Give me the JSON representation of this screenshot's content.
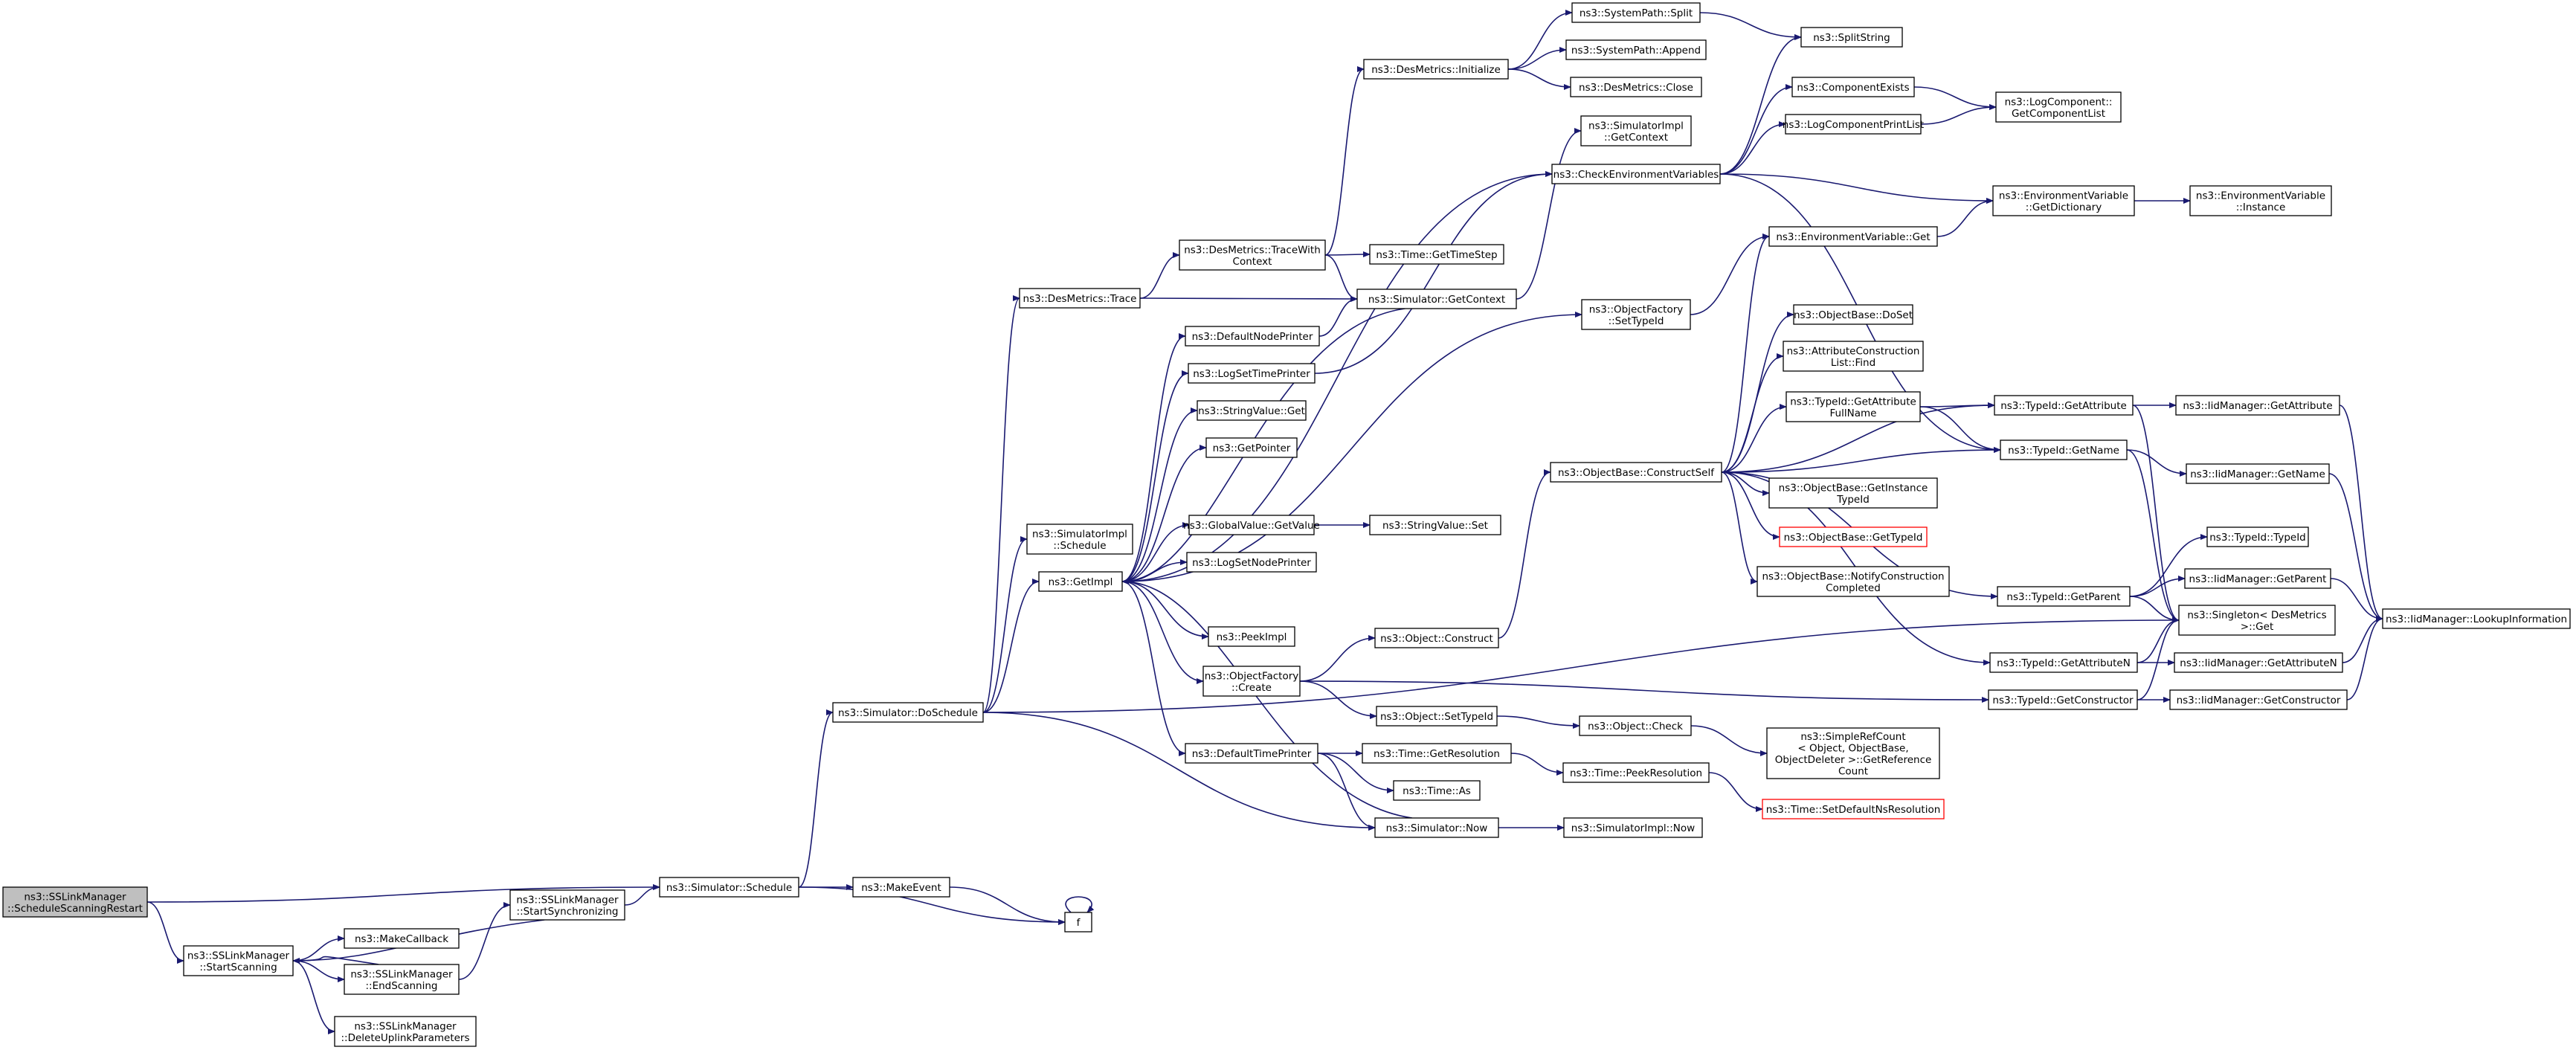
{
  "graph": {
    "colors": {
      "edge": "#191970",
      "border": "#000000",
      "root_fill": "#bfbfbf",
      "node_fill": "#ffffff",
      "truncated_border": "#ff0000"
    },
    "nodes": [
      {
        "id": "root",
        "lines": [
          "ns3::SSLinkManager",
          "::ScheduleScanningRestart"
        ],
        "root": true
      },
      {
        "id": "start_scanning",
        "lines": [
          "ns3::SSLinkManager",
          "::StartScanning"
        ]
      },
      {
        "id": "make_callback",
        "lines": [
          "ns3::MakeCallback"
        ]
      },
      {
        "id": "end_scanning",
        "lines": [
          "ns3::SSLinkManager",
          "::EndScanning"
        ]
      },
      {
        "id": "delete_uplink",
        "lines": [
          "ns3::SSLinkManager",
          "::DeleteUplinkParameters"
        ]
      },
      {
        "id": "start_sync",
        "lines": [
          "ns3::SSLinkManager",
          "::StartSynchronizing"
        ]
      },
      {
        "id": "sim_schedule",
        "lines": [
          "ns3::Simulator::Schedule"
        ]
      },
      {
        "id": "make_event",
        "lines": [
          "ns3::MakeEvent"
        ]
      },
      {
        "id": "f",
        "lines": [
          "f"
        ]
      },
      {
        "id": "do_schedule",
        "lines": [
          "ns3::Simulator::DoSchedule"
        ]
      },
      {
        "id": "des_trace",
        "lines": [
          "ns3::DesMetrics::Trace"
        ]
      },
      {
        "id": "simimpl_schedule",
        "lines": [
          "ns3::SimulatorImpl",
          "::Schedule"
        ]
      },
      {
        "id": "get_impl",
        "lines": [
          "ns3::GetImpl"
        ]
      },
      {
        "id": "trace_with_ctx",
        "lines": [
          "ns3::DesMetrics::TraceWith",
          "Context"
        ]
      },
      {
        "id": "des_init",
        "lines": [
          "ns3::DesMetrics::Initialize"
        ]
      },
      {
        "id": "time_getstep",
        "lines": [
          "ns3::Time::GetTimeStep"
        ]
      },
      {
        "id": "sim_getcontext",
        "lines": [
          "ns3::Simulator::GetContext"
        ]
      },
      {
        "id": "default_node_printer",
        "lines": [
          "ns3::DefaultNodePrinter"
        ]
      },
      {
        "id": "log_set_time_printer",
        "lines": [
          "ns3::LogSetTimePrinter"
        ]
      },
      {
        "id": "string_value_get",
        "lines": [
          "ns3::StringValue::Get"
        ]
      },
      {
        "id": "get_pointer",
        "lines": [
          "ns3::GetPointer"
        ]
      },
      {
        "id": "global_value_get",
        "lines": [
          "ns3::GlobalValue::GetValue"
        ]
      },
      {
        "id": "string_value_set",
        "lines": [
          "ns3::StringValue::Set"
        ]
      },
      {
        "id": "log_set_node_printer",
        "lines": [
          "ns3::LogSetNodePrinter"
        ]
      },
      {
        "id": "peek_impl",
        "lines": [
          "ns3::PeekImpl"
        ]
      },
      {
        "id": "obj_factory_create",
        "lines": [
          "ns3::ObjectFactory",
          "::Create"
        ]
      },
      {
        "id": "object_construct",
        "lines": [
          "ns3::Object::Construct"
        ]
      },
      {
        "id": "object_settypeid",
        "lines": [
          "ns3::Object::SetTypeId"
        ]
      },
      {
        "id": "default_time_printer",
        "lines": [
          "ns3::DefaultTimePrinter"
        ]
      },
      {
        "id": "time_get_resolution",
        "lines": [
          "ns3::Time::GetResolution"
        ]
      },
      {
        "id": "time_as",
        "lines": [
          "ns3::Time::As"
        ]
      },
      {
        "id": "sim_now",
        "lines": [
          "ns3::Simulator::Now"
        ]
      },
      {
        "id": "simimpl_now",
        "lines": [
          "ns3::SimulatorImpl::Now"
        ]
      },
      {
        "id": "syspath_split",
        "lines": [
          "ns3::SystemPath::Split"
        ]
      },
      {
        "id": "syspath_append",
        "lines": [
          "ns3::SystemPath::Append"
        ]
      },
      {
        "id": "des_close",
        "lines": [
          "ns3::DesMetrics::Close"
        ]
      },
      {
        "id": "split_string",
        "lines": [
          "ns3::SplitString"
        ]
      },
      {
        "id": "simimpl_getcontext",
        "lines": [
          "ns3::SimulatorImpl",
          "::GetContext"
        ]
      },
      {
        "id": "check_env_vars",
        "lines": [
          "ns3::CheckEnvironmentVariables"
        ]
      },
      {
        "id": "component_exists",
        "lines": [
          "ns3::ComponentExists"
        ]
      },
      {
        "id": "log_comp_print_list",
        "lines": [
          "ns3::LogComponentPrintList"
        ]
      },
      {
        "id": "log_comp_get_list",
        "lines": [
          "ns3::LogComponent::",
          "GetComponentList"
        ]
      },
      {
        "id": "env_var_get_dict",
        "lines": [
          "ns3::EnvironmentVariable",
          "::GetDictionary"
        ]
      },
      {
        "id": "env_var_instance",
        "lines": [
          "ns3::EnvironmentVariable",
          "::Instance"
        ]
      },
      {
        "id": "env_var_get",
        "lines": [
          "ns3::EnvironmentVariable::Get"
        ]
      },
      {
        "id": "obj_factory_settypeid",
        "lines": [
          "ns3::ObjectFactory",
          "::SetTypeId"
        ]
      },
      {
        "id": "objbase_construct_self",
        "lines": [
          "ns3::ObjectBase::ConstructSelf"
        ]
      },
      {
        "id": "objbase_doset",
        "lines": [
          "ns3::ObjectBase::DoSet"
        ]
      },
      {
        "id": "attr_construction_find",
        "lines": [
          "ns3::AttributeConstruction",
          "List::Find"
        ]
      },
      {
        "id": "typeid_get_attr_fullname",
        "lines": [
          "ns3::TypeId::GetAttribute",
          "FullName"
        ]
      },
      {
        "id": "objbase_get_instance_typeid",
        "lines": [
          "ns3::ObjectBase::GetInstance",
          "TypeId"
        ]
      },
      {
        "id": "objbase_gettypeid",
        "lines": [
          "ns3::ObjectBase::GetTypeId"
        ],
        "truncated": true
      },
      {
        "id": "objbase_notify",
        "lines": [
          "ns3::ObjectBase::NotifyConstruction",
          "Completed"
        ]
      },
      {
        "id": "typeid_get_attribute",
        "lines": [
          "ns3::TypeId::GetAttribute"
        ]
      },
      {
        "id": "typeid_getname",
        "lines": [
          "ns3::TypeId::GetName"
        ]
      },
      {
        "id": "typeid_getparent",
        "lines": [
          "ns3::TypeId::GetParent"
        ]
      },
      {
        "id": "typeid_get_attribute_n",
        "lines": [
          "ns3::TypeId::GetAttributeN"
        ]
      },
      {
        "id": "typeid_get_constructor",
        "lines": [
          "ns3::TypeId::GetConstructor"
        ]
      },
      {
        "id": "iid_get_attribute",
        "lines": [
          "ns3::IidManager::GetAttribute"
        ]
      },
      {
        "id": "iid_getname",
        "lines": [
          "ns3::IidManager::GetName"
        ]
      },
      {
        "id": "typeid_typeid",
        "lines": [
          "ns3::TypeId::TypeId"
        ]
      },
      {
        "id": "iid_getparent",
        "lines": [
          "ns3::IidManager::GetParent"
        ]
      },
      {
        "id": "singleton_get",
        "lines": [
          "ns3::Singleton< DesMetrics",
          " >::Get"
        ]
      },
      {
        "id": "iid_get_attribute_n",
        "lines": [
          "ns3::IidManager::GetAttributeN"
        ]
      },
      {
        "id": "iid_get_constructor",
        "lines": [
          "ns3::IidManager::GetConstructor"
        ]
      },
      {
        "id": "iid_lookup_info",
        "lines": [
          "ns3::IidManager::LookupInformation"
        ]
      },
      {
        "id": "object_check",
        "lines": [
          "ns3::Object::Check"
        ]
      },
      {
        "id": "simple_ref_count",
        "lines": [
          "ns3::SimpleRefCount",
          "< Object, ObjectBase,",
          "ObjectDeleter >::GetReference",
          "Count"
        ]
      },
      {
        "id": "time_peek_resolution",
        "lines": [
          "ns3::Time::PeekResolution"
        ]
      },
      {
        "id": "time_set_default_ns",
        "lines": [
          "ns3::Time::SetDefaultNsResolution"
        ],
        "truncated": true
      }
    ],
    "edges": [
      [
        "root",
        "start_scanning"
      ],
      [
        "root",
        "sim_schedule"
      ],
      [
        "start_scanning",
        "make_callback"
      ],
      [
        "start_scanning",
        "end_scanning"
      ],
      [
        "start_scanning",
        "delete_uplink"
      ],
      [
        "end_scanning",
        "start_scanning"
      ],
      [
        "end_scanning",
        "start_sync"
      ],
      [
        "start_sync",
        "start_scanning"
      ],
      [
        "start_sync",
        "sim_schedule"
      ],
      [
        "sim_schedule",
        "make_event"
      ],
      [
        "sim_schedule",
        "f"
      ],
      [
        "sim_schedule",
        "do_schedule"
      ],
      [
        "make_event",
        "f"
      ],
      [
        "f",
        "f"
      ],
      [
        "do_schedule",
        "des_trace"
      ],
      [
        "do_schedule",
        "simimpl_schedule"
      ],
      [
        "do_schedule",
        "get_impl"
      ],
      [
        "do_schedule",
        "sim_now"
      ],
      [
        "do_schedule",
        "singleton_get"
      ],
      [
        "des_trace",
        "trace_with_ctx"
      ],
      [
        "des_trace",
        "sim_getcontext"
      ],
      [
        "trace_with_ctx",
        "des_init"
      ],
      [
        "trace_with_ctx",
        "time_getstep"
      ],
      [
        "trace_with_ctx",
        "sim_getcontext"
      ],
      [
        "des_init",
        "syspath_split"
      ],
      [
        "des_init",
        "syspath_append"
      ],
      [
        "des_init",
        "des_close"
      ],
      [
        "syspath_split",
        "split_string"
      ],
      [
        "sim_getcontext",
        "simimpl_getcontext"
      ],
      [
        "sim_getcontext",
        "get_impl"
      ],
      [
        "get_impl",
        "default_node_printer"
      ],
      [
        "get_impl",
        "log_set_time_printer"
      ],
      [
        "get_impl",
        "string_value_get"
      ],
      [
        "get_impl",
        "get_pointer"
      ],
      [
        "get_impl",
        "global_value_get"
      ],
      [
        "get_impl",
        "log_set_node_printer"
      ],
      [
        "get_impl",
        "peek_impl"
      ],
      [
        "get_impl",
        "obj_factory_create"
      ],
      [
        "get_impl",
        "default_time_printer"
      ],
      [
        "get_impl",
        "obj_factory_settypeid"
      ],
      [
        "get_impl",
        "check_env_vars"
      ],
      [
        "default_node_printer",
        "sim_getcontext"
      ],
      [
        "global_value_get",
        "string_value_set"
      ],
      [
        "log_set_time_printer",
        "check_env_vars"
      ],
      [
        "obj_factory_create",
        "object_construct"
      ],
      [
        "obj_factory_create",
        "object_settypeid"
      ],
      [
        "obj_factory_create",
        "typeid_get_constructor"
      ],
      [
        "object_construct",
        "objbase_construct_self"
      ],
      [
        "object_settypeid",
        "object_check"
      ],
      [
        "object_check",
        "simple_ref_count"
      ],
      [
        "default_time_printer",
        "time_get_resolution"
      ],
      [
        "default_time_printer",
        "time_as"
      ],
      [
        "default_time_printer",
        "sim_now"
      ],
      [
        "time_get_resolution",
        "time_peek_resolution"
      ],
      [
        "time_peek_resolution",
        "time_set_default_ns"
      ],
      [
        "sim_now",
        "simimpl_now"
      ],
      [
        "sim_now",
        "get_impl"
      ],
      [
        "check_env_vars",
        "split_string"
      ],
      [
        "check_env_vars",
        "component_exists"
      ],
      [
        "check_env_vars",
        "log_comp_print_list"
      ],
      [
        "check_env_vars",
        "env_var_get_dict"
      ],
      [
        "check_env_vars",
        "typeid_getname"
      ],
      [
        "component_exists",
        "log_comp_get_list"
      ],
      [
        "log_comp_print_list",
        "log_comp_get_list"
      ],
      [
        "env_var_get_dict",
        "env_var_instance"
      ],
      [
        "env_var_get",
        "env_var_get_dict"
      ],
      [
        "obj_factory_settypeid",
        "env_var_get"
      ],
      [
        "objbase_construct_self",
        "env_var_get"
      ],
      [
        "objbase_construct_self",
        "objbase_doset"
      ],
      [
        "objbase_construct_self",
        "attr_construction_find"
      ],
      [
        "objbase_construct_self",
        "typeid_get_attr_fullname"
      ],
      [
        "objbase_construct_self",
        "typeid_getname"
      ],
      [
        "objbase_construct_self",
        "objbase_get_instance_typeid"
      ],
      [
        "objbase_construct_self",
        "objbase_gettypeid"
      ],
      [
        "objbase_construct_self",
        "objbase_notify"
      ],
      [
        "objbase_construct_self",
        "typeid_getparent"
      ],
      [
        "objbase_construct_self",
        "typeid_get_attribute_n"
      ],
      [
        "objbase_construct_self",
        "typeid_get_attribute"
      ],
      [
        "typeid_get_attr_fullname",
        "typeid_get_attribute"
      ],
      [
        "typeid_get_attr_fullname",
        "typeid_getname"
      ],
      [
        "typeid_get_attribute",
        "iid_get_attribute"
      ],
      [
        "typeid_get_attribute",
        "singleton_get"
      ],
      [
        "typeid_getname",
        "iid_getname"
      ],
      [
        "typeid_getname",
        "singleton_get"
      ],
      [
        "typeid_getparent",
        "typeid_typeid"
      ],
      [
        "typeid_getparent",
        "iid_getparent"
      ],
      [
        "typeid_getparent",
        "singleton_get"
      ],
      [
        "typeid_get_attribute_n",
        "iid_get_attribute_n"
      ],
      [
        "typeid_get_attribute_n",
        "singleton_get"
      ],
      [
        "typeid_get_constructor",
        "iid_get_constructor"
      ],
      [
        "typeid_get_constructor",
        "singleton_get"
      ],
      [
        "iid_getname",
        "iid_lookup_info"
      ],
      [
        "iid_getparent",
        "iid_lookup_info"
      ],
      [
        "iid_get_attribute_n",
        "iid_lookup_info"
      ],
      [
        "iid_get_constructor",
        "iid_lookup_info"
      ],
      [
        "iid_get_attribute",
        "iid_lookup_info"
      ]
    ]
  }
}
